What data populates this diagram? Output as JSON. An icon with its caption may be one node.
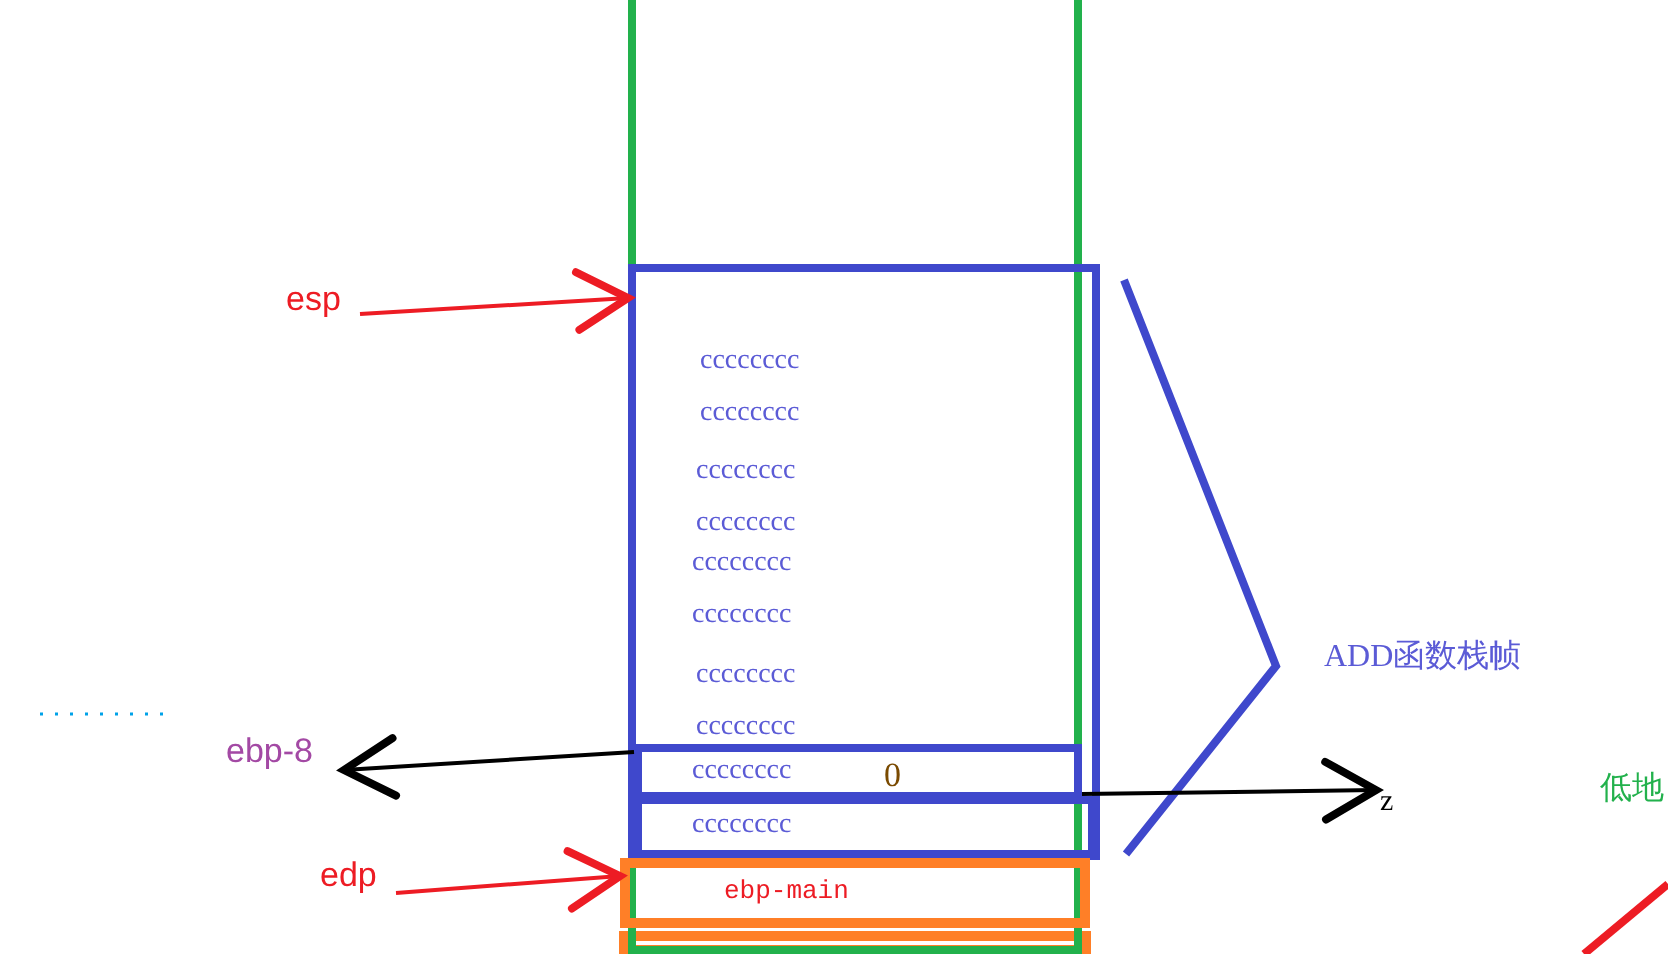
{
  "diagram": {
    "nodes": [
      {
        "text": [],
        "shape": "box"
      },
      {
        "text": [
          "cccccccc",
          "cccccccc",
          "cccccccc",
          "cccccccc",
          "cccccccc",
          "cccccccc",
          "cccccccc",
          "cccccccc"
        ],
        "in": 0
      },
      {
        "text": [
          "cccccccc",
          "0"
        ],
        "in": 1
      },
      {
        "text": [
          "cccccccc"
        ],
        "in": 1
      },
      {
        "text": [
          "ebp-main"
        ],
        "in": 0
      },
      {
        "text": [
          "esp"
        ]
      },
      {
        "text": [
          "ebp-8"
        ]
      },
      {
        "text": [
          "edp"
        ]
      },
      {
        "text": [
          "z"
        ]
      }
    ],
    "edges": [
      {
        "from": 5,
        "to": 1,
        "arrow": "to",
        "color": "#ed1c24"
      },
      {
        "from": 2,
        "to": 6,
        "arrow": "to",
        "color": "#000000"
      },
      {
        "from": 7,
        "to": 4,
        "arrow": "to",
        "color": "#ed1c24"
      },
      {
        "from": 2,
        "to": 8,
        "arrow": "to",
        "color": "#000000"
      }
    ],
    "labels": [
      "ADD函数栈帧",
      "低地"
    ]
  }
}
